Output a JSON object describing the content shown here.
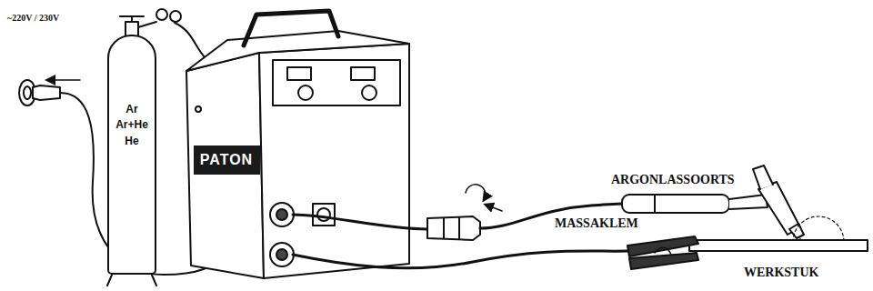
{
  "diagram": {
    "nodes": [
      {
        "text": [
          "Ar",
          "Ar+He",
          "He"
        ]
      },
      {
        "text": [
          "PATON"
        ]
      }
    ],
    "labels": [
      "~220V / 230V",
      "ARGONLASSOORTS",
      "MASSAKLEM",
      "WERKSTUK"
    ]
  }
}
